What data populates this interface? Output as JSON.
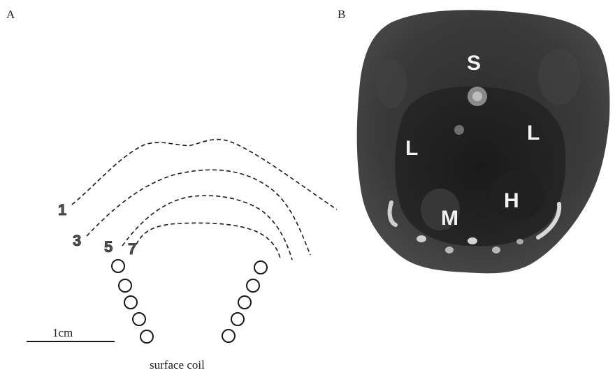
{
  "panel_a": {
    "letter": "A",
    "contour_labels": [
      "1",
      "3",
      "5",
      "7"
    ],
    "scale_bar_label": "1cm",
    "coil_label": "surface coil"
  },
  "panel_b": {
    "letter": "B",
    "organ_labels": [
      "S",
      "L",
      "L",
      "H",
      "M"
    ]
  }
}
